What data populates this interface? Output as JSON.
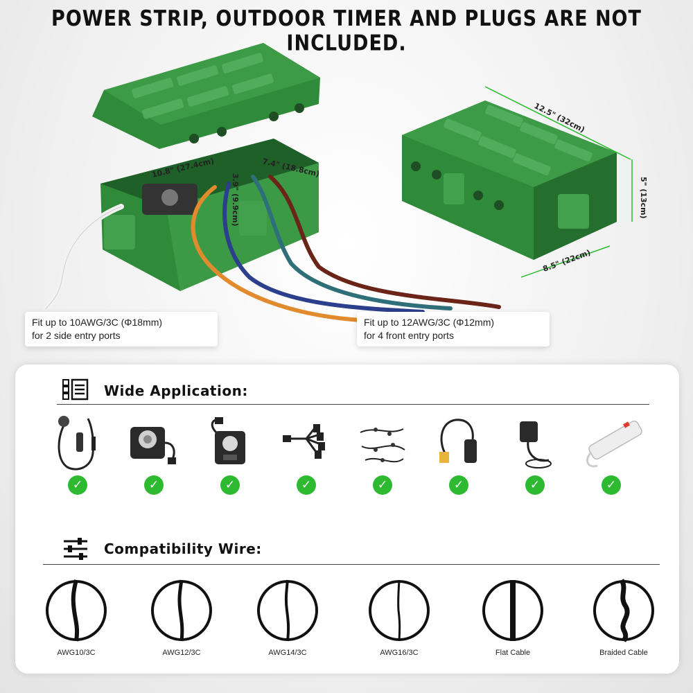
{
  "headline": "POWER STRIP, OUTDOOR TIMER AND PLUGS ARE NOT INCLUDED.",
  "dimensions": {
    "inner_length": "10.8\" (27.4cm)",
    "inner_height": "3.9\" (9.9cm)",
    "inner_width": "7.4\" (18.8cm)",
    "outer_length": "12.5\" (32cm)",
    "outer_height": "5\" (13cm)",
    "outer_width": "8.5\" (22cm)"
  },
  "callouts": {
    "side": {
      "line1": "Fit up to 10AWG/3C (Φ18mm)",
      "line2": "for 2 side entry ports"
    },
    "front": {
      "line1": "Fit up to 12AWG/3C (Φ12mm)",
      "line2": "for 4 front entry ports"
    }
  },
  "application": {
    "title": "Wide Application:",
    "items": [
      {
        "icon": "ev-charger-icon"
      },
      {
        "icon": "smart-timer-icon"
      },
      {
        "icon": "outdoor-timer-icon"
      },
      {
        "icon": "multi-outlet-splitter-icon"
      },
      {
        "icon": "light-string-icon"
      },
      {
        "icon": "gfci-cord-icon"
      },
      {
        "icon": "power-adapter-icon"
      },
      {
        "icon": "power-strip-icon"
      }
    ]
  },
  "compatibility": {
    "title": "Compatibility Wire:",
    "wires": [
      {
        "label": "AWG10/3C"
      },
      {
        "label": "AWG12/3C"
      },
      {
        "label": "AWG14/3C"
      },
      {
        "label": "AWG16/3C"
      },
      {
        "label": "Flat Cable"
      },
      {
        "label": "Braided Cable"
      }
    ]
  },
  "colors": {
    "box_green": "#2f8a3a",
    "check_green": "#2dba31"
  }
}
